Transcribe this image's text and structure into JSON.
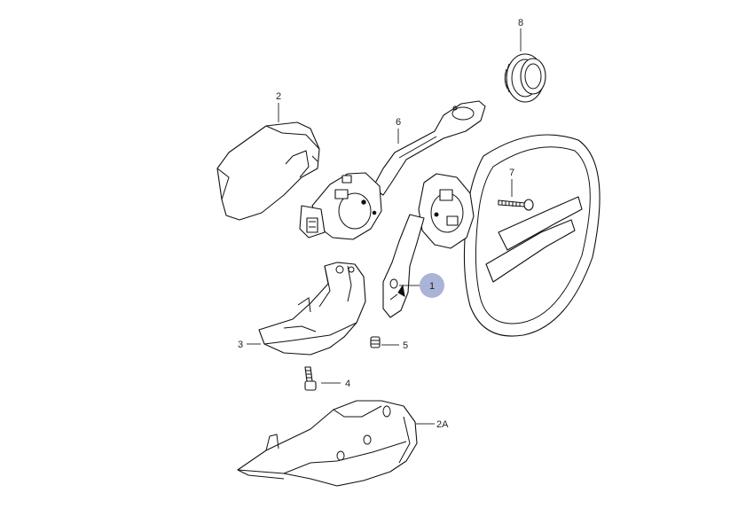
{
  "callouts": [
    {
      "id": "c1",
      "label": "1"
    },
    {
      "id": "c2",
      "label": "2"
    },
    {
      "id": "c2a",
      "label": "2A"
    },
    {
      "id": "c3",
      "label": "3"
    },
    {
      "id": "c4",
      "label": "4"
    },
    {
      "id": "c5",
      "label": "5"
    },
    {
      "id": "c6",
      "label": "6"
    },
    {
      "id": "c7",
      "label": "7"
    },
    {
      "id": "c8",
      "label": "8"
    }
  ],
  "highlight": {
    "label": "1",
    "color": "#a9b4d8"
  }
}
